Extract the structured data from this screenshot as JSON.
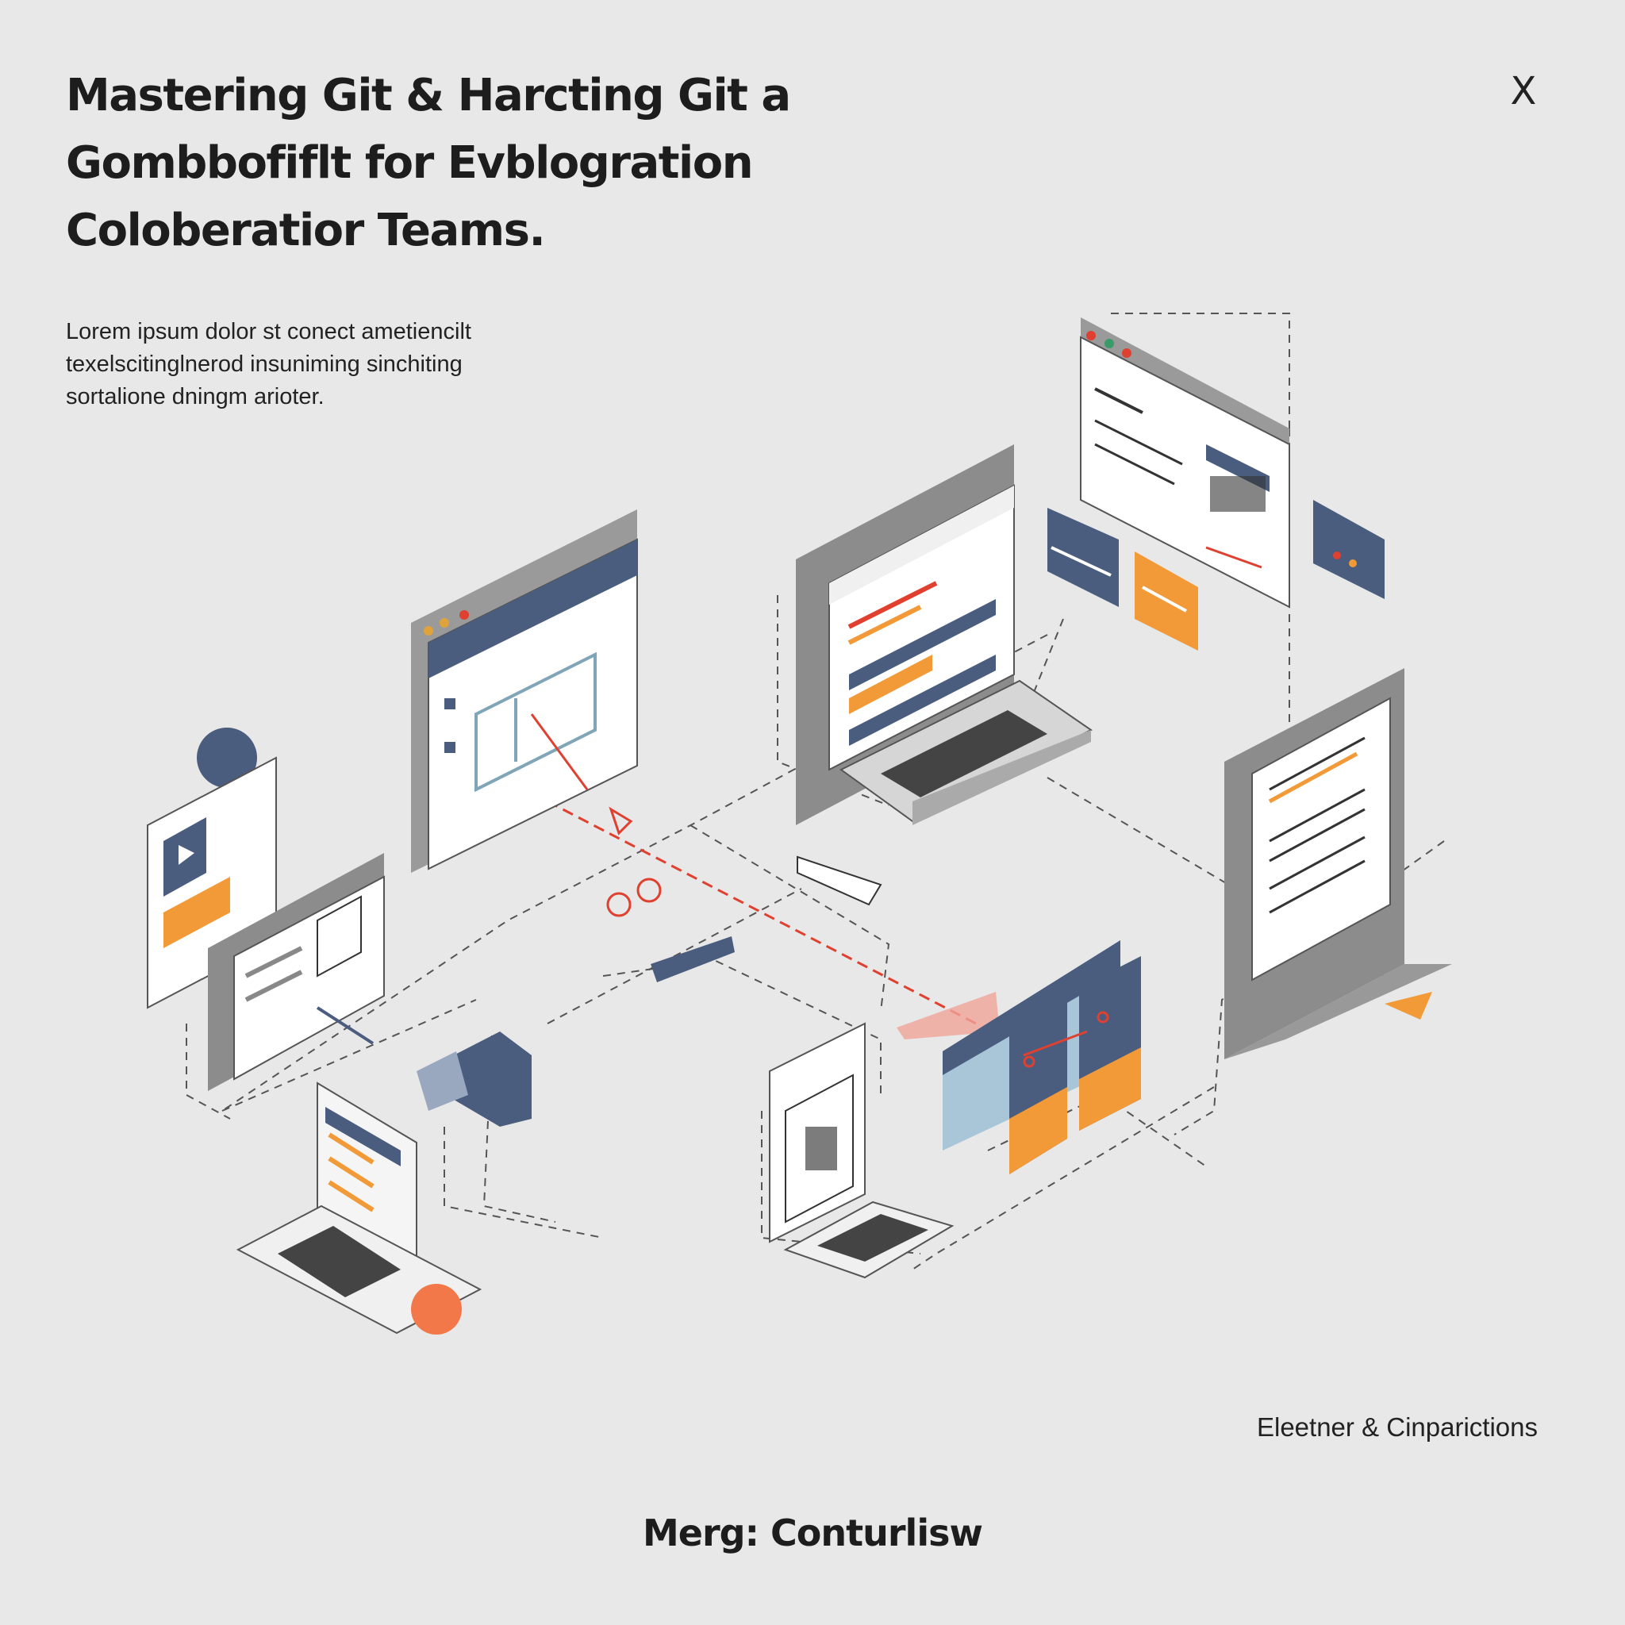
{
  "header": {
    "title_lines": [
      "Mastering Git & Harcting Git a",
      "Gombbofiflt for Evblogration",
      "Coloberatior Teams."
    ],
    "close_label": "X"
  },
  "description_lines": [
    "Lorem ipsum dolor st conect ametiencilt",
    "texelscitinglnerod insuniming sinchiting",
    "sortalione dningm arioter."
  ],
  "caption": "Eleetner & Cinparictions",
  "footer_label": "Merg: Conturlisw",
  "colors": {
    "background": "#e8e8e8",
    "navy": "#4a5d7e",
    "orange": "#f29a38",
    "red_accent": "#e0402f",
    "line": "#555555"
  }
}
